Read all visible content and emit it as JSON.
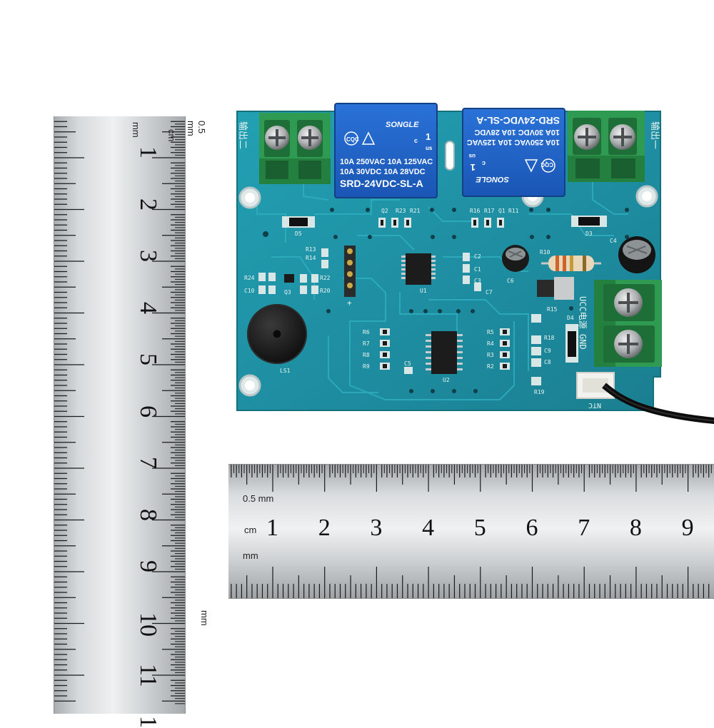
{
  "vertical_ruler": {
    "unit_labels": [
      "mm",
      "cm",
      "0.5 mm",
      "mm"
    ],
    "numbers": [
      "1",
      "2",
      "3",
      "4",
      "5",
      "6",
      "7",
      "8",
      "9",
      "10",
      "11",
      "1"
    ]
  },
  "horizontal_ruler": {
    "unit_labels": [
      "0.5 mm",
      "cm",
      "mm"
    ],
    "numbers": [
      "1",
      "2",
      "3",
      "4",
      "5",
      "6",
      "7",
      "8",
      "9"
    ]
  },
  "board": {
    "relay_left": {
      "brand": "SONGLE",
      "lines": [
        "10A 250VAC  10A 125VAC",
        "10A  30VDC  10A  28VDC"
      ],
      "model": "SRD-24VDC-SL-A",
      "marks": [
        "CQC",
        "1",
        "c",
        "us"
      ]
    },
    "relay_right": {
      "brand": "SONGLE",
      "lines": [
        "10A 250VAC  10A 125VAC",
        "10A  30VDC  10A  28VDC"
      ],
      "model": "SRD-24VDC-SL-A",
      "marks": [
        "CQC",
        "1",
        "c",
        "us"
      ]
    },
    "silkscreen": {
      "left_output": "输出二",
      "right_output": "输出一",
      "power": "UCC电源 GND",
      "ntc": "NTC",
      "refs": [
        "D5",
        "Q2",
        "R23",
        "R21",
        "R16",
        "R17",
        "Q1",
        "R11",
        "D3",
        "R13",
        "R14",
        "R24",
        "C10",
        "Q3",
        "R22",
        "R20",
        "C2",
        "C1",
        "C3",
        "C7",
        "U1",
        "C6",
        "R10",
        "C4",
        "R15",
        "R18",
        "C9",
        "C8",
        "R19",
        "D4",
        "R6",
        "R7",
        "R8",
        "R9",
        "R5",
        "R4",
        "R3",
        "R2",
        "C5",
        "U2",
        "LS1",
        "+"
      ]
    }
  },
  "colors": {
    "board": "#1f8fa3",
    "board_dark": "#17707f",
    "relay_blue": "#1f63c9",
    "terminal_green": "#2e9a52",
    "screw": "#b9bcbd",
    "buzzer": "#1b1b1b",
    "capacitor": "#1a1a1a"
  }
}
